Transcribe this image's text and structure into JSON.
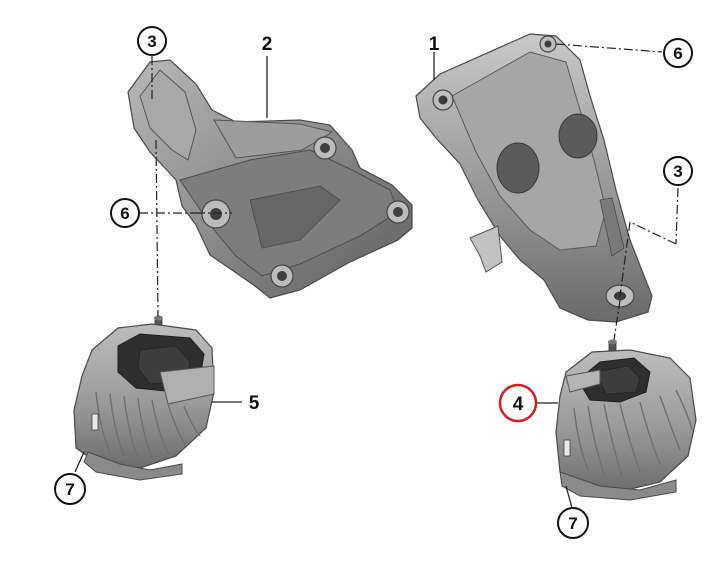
{
  "callouts": {
    "c1": "1",
    "c2": "2",
    "c3_left": "3",
    "c3_right": "3",
    "c4": "4",
    "c5": "5",
    "c6_left": "6",
    "c6_right": "6",
    "c7_left": "7",
    "c7_right": "7"
  },
  "colors": {
    "part_dark": "#5a5a5a",
    "part_mid": "#8a8a8a",
    "part_light": "#c4c4c4",
    "highlight_ring": "#d41f1f"
  }
}
